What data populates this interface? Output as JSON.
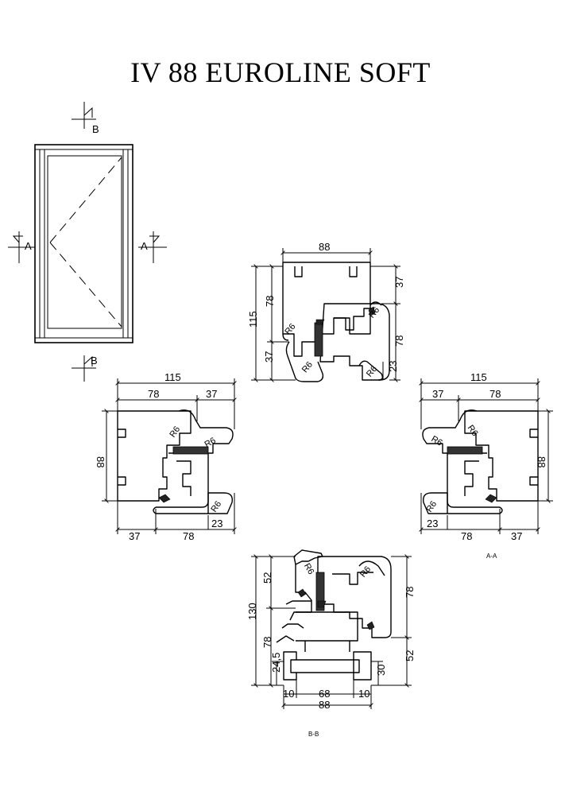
{
  "title": "IV 88 EUROLINE SOFT",
  "section_labels": {
    "a": "A",
    "b": "B"
  },
  "view_labels": {
    "aa": "A-A",
    "bb": "B-B"
  },
  "radius_label": "R6",
  "top_section": {
    "width": "88",
    "height_total": "115",
    "left_upper": "78",
    "left_lower": "37",
    "right_upper": "37",
    "right_lower": "78",
    "bottom_right": "23"
  },
  "left_section": {
    "width_total": "115",
    "top_left": "78",
    "top_right": "37",
    "height": "88",
    "bottom_left": "37",
    "bottom_mid": "78",
    "bottom_right": "23"
  },
  "right_section": {
    "width_total": "115",
    "top_left": "37",
    "top_right": "78",
    "height": "88",
    "bottom_left": "23",
    "bottom_mid": "78",
    "bottom_right": "37"
  },
  "bottom_section": {
    "height_total": "130",
    "left_upper": "52",
    "left_lower": "78",
    "left_small": "24,5",
    "right_upper": "78",
    "right_lower": "52",
    "right_small": "30",
    "w_left": "10",
    "w_mid": "68",
    "w_right": "10",
    "w_total": "88"
  }
}
